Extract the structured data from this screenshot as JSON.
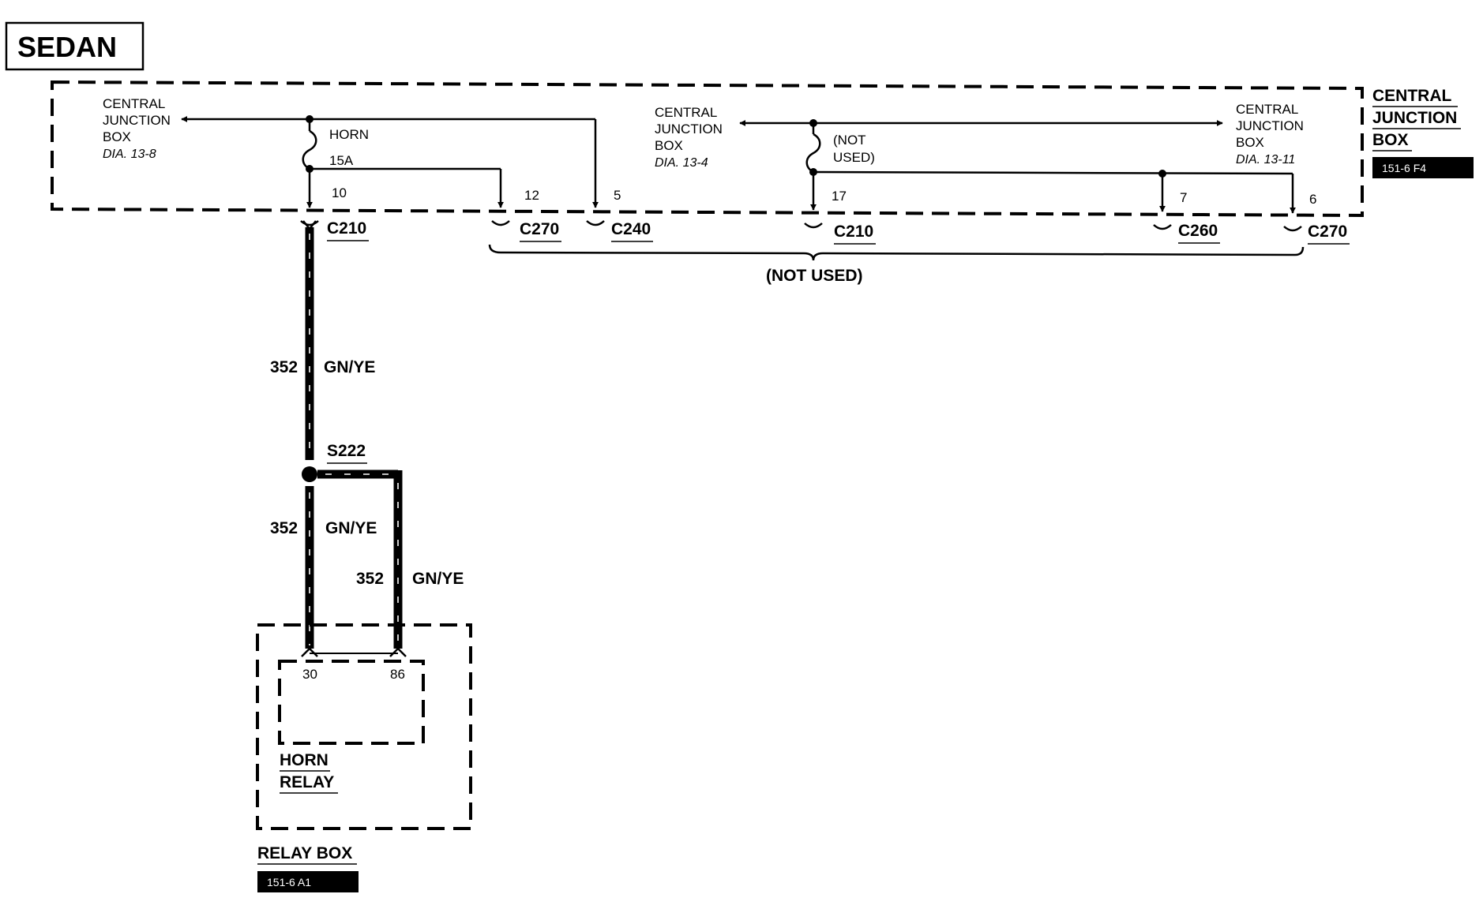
{
  "title": "SEDAN",
  "cjb": {
    "name_line1": "CENTRAL",
    "name_line2": "JUNCTION",
    "name_line3": "BOX",
    "ref": "151-6 F4",
    "ref_left": {
      "line1": "CENTRAL",
      "line2": "JUNCTION",
      "line3": "BOX",
      "dia": "DIA. 13-8"
    },
    "ref_mid": {
      "line1": "CENTRAL",
      "line2": "JUNCTION",
      "line3": "BOX",
      "dia": "DIA. 13-4"
    },
    "ref_right": {
      "line1": "CENTRAL",
      "line2": "JUNCTION",
      "line3": "BOX",
      "dia": "DIA. 13-11"
    }
  },
  "fuses": {
    "horn": {
      "name": "HORN",
      "rating": "15A"
    },
    "not_used": {
      "line1": "(NOT",
      "line2": "USED)"
    }
  },
  "pins": {
    "p10": "10",
    "p12": "12",
    "p5": "5",
    "p17": "17",
    "p7": "7",
    "p6": "6"
  },
  "connectors": {
    "c210a": "C210",
    "c270a": "C270",
    "c240": "C240",
    "c210b": "C210",
    "c260": "C260",
    "c270b": "C270"
  },
  "not_used_label": "(NOT USED)",
  "wire": {
    "circuit": "352",
    "color": "GN/YE"
  },
  "splice": "S222",
  "relay": {
    "pin30": "30",
    "pin86": "86",
    "name_line1": "HORN",
    "name_line2": "RELAY"
  },
  "relay_box": {
    "name": "RELAY BOX",
    "ref": "151-6 A1"
  }
}
